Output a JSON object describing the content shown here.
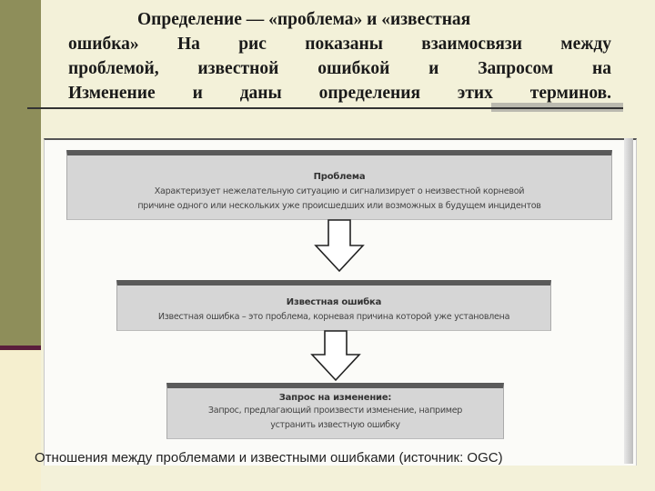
{
  "slide": {
    "title_lines": [
      "Определение — «проблема» и «известная",
      "ошибка» На рис показаны взаимосвязи между",
      "проблемой, известной ошибкой и Запросом на",
      "Изменение и даны определения этих терминов."
    ],
    "caption": "Отношения между проблемами и известными ошибками (источник: OGC)"
  },
  "diagram": {
    "boxes": [
      {
        "title": "Проблема",
        "desc_lines": [
          "Характеризует нежелательную ситуацию и сигнализирует о неизвестной корневой",
          "причине одного или нескольких уже происшедших или возможных в будущем инцидентов"
        ]
      },
      {
        "title": "Известная ошибка",
        "desc_lines": [
          "Известная ошибка – это проблема, корневая причина которой уже установлена"
        ]
      },
      {
        "title": "Запрос на изменение:",
        "desc_lines": [
          "Запрос, предлагающий произвести изменение, например",
          "устранить известную ошибку"
        ]
      }
    ]
  },
  "colors": {
    "background": "#f3f1d9",
    "band_dark": "#8e8e5a",
    "band_rule": "#5a1e3c",
    "box_fill": "#d6d6d6",
    "box_top_border": "#5a5a5a"
  }
}
